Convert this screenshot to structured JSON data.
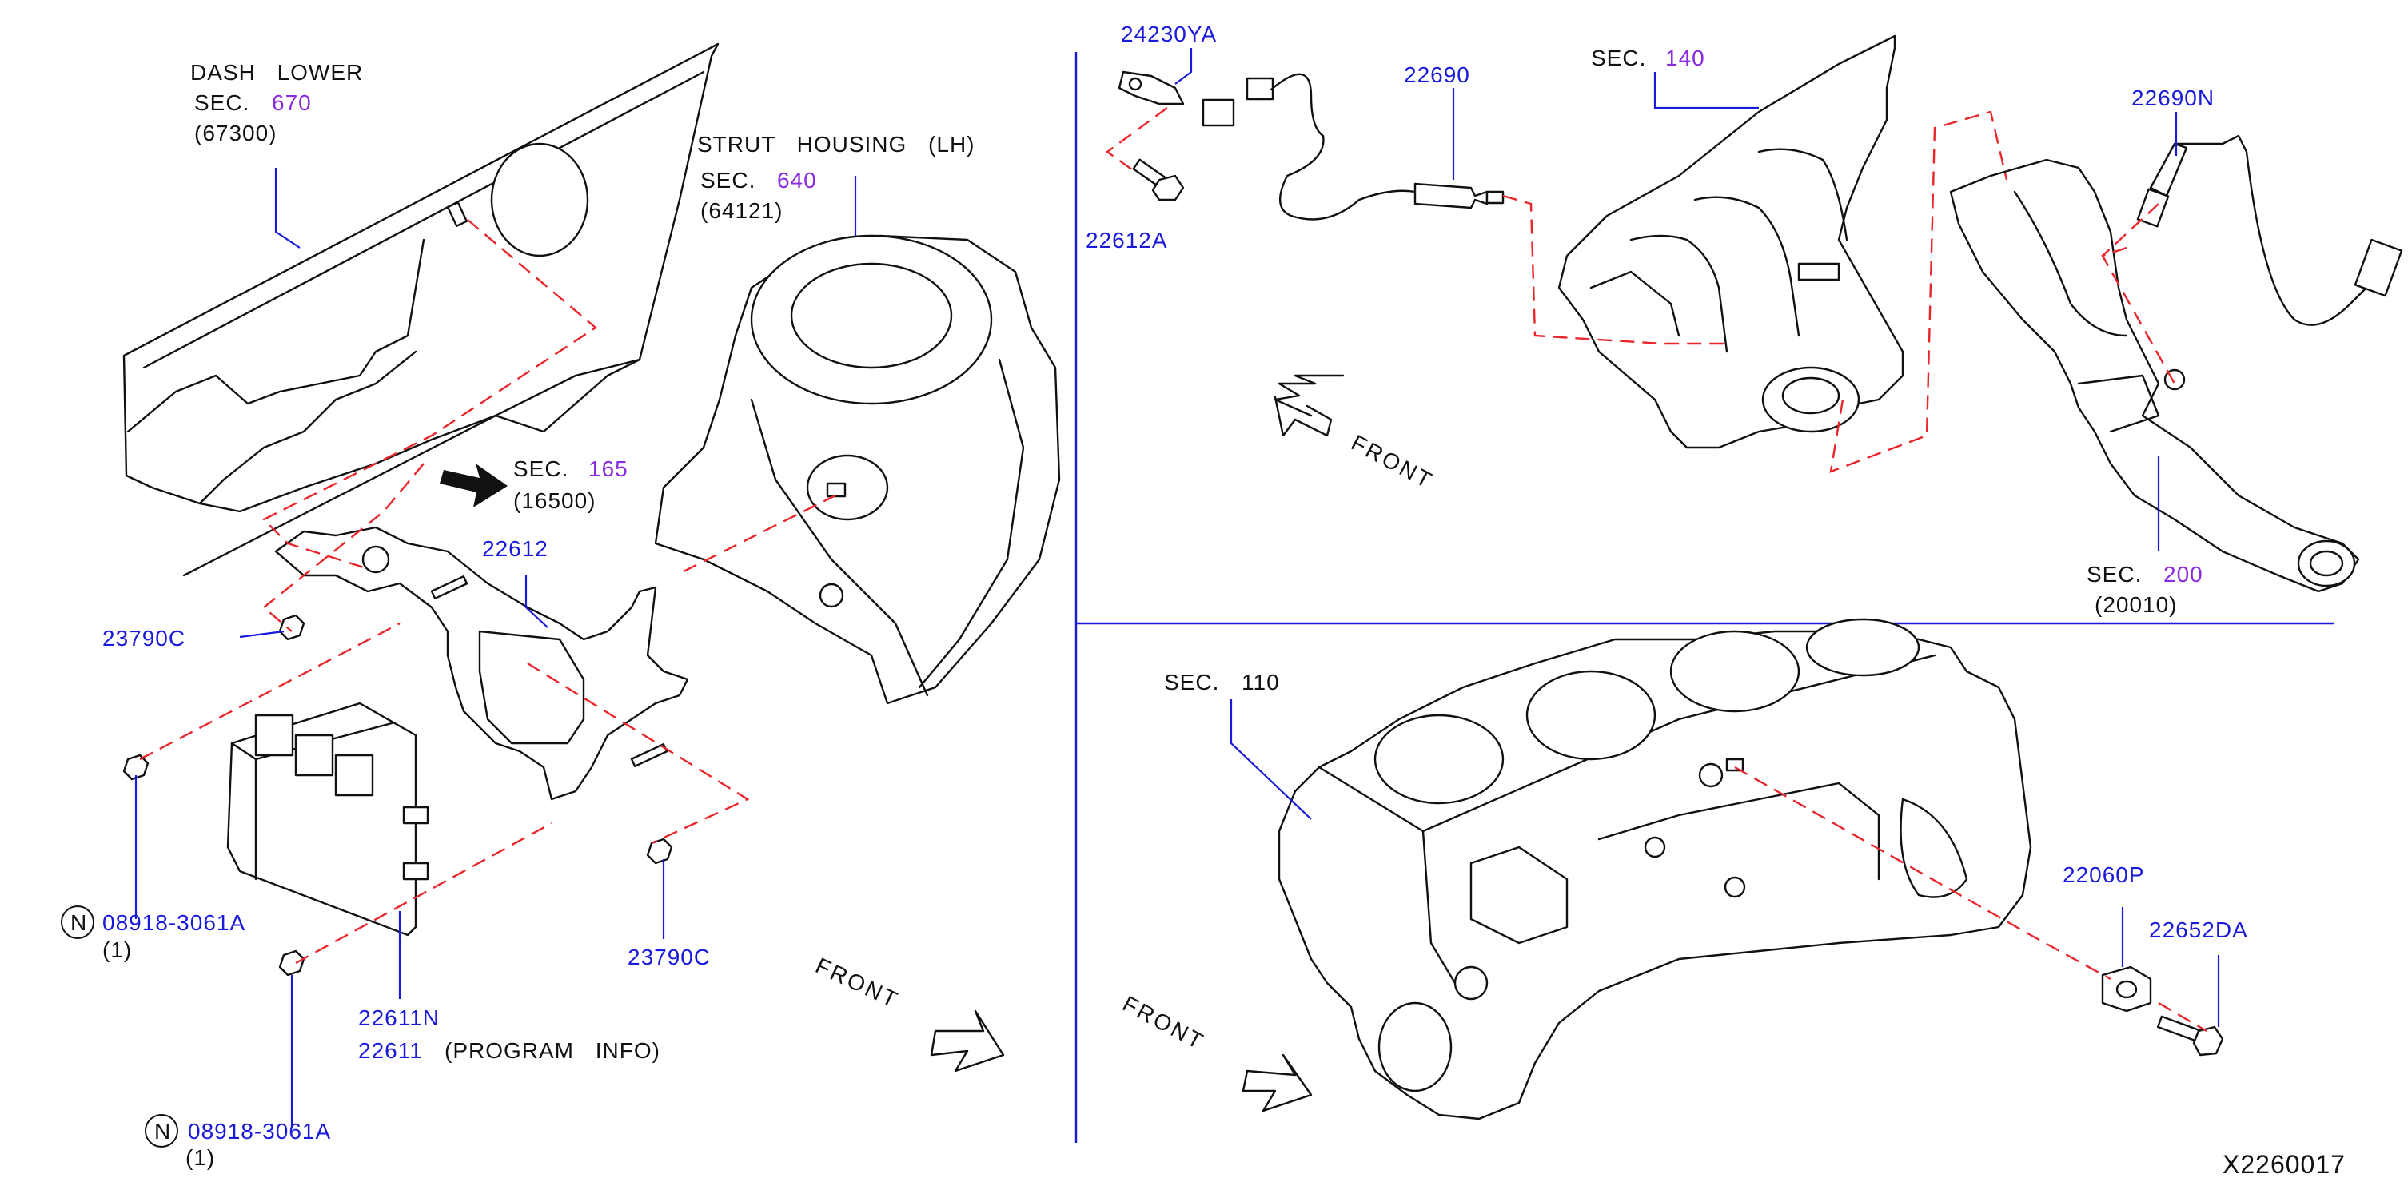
{
  "diagram_id": "X2260017",
  "callouts": {
    "dash_lower": {
      "title": "DASH LOWER",
      "sec_prefix": "SEC.",
      "sec_num": "670",
      "part": "(67300)"
    },
    "strut_housing": {
      "title": "STRUT HOUSING (LH)",
      "sec_prefix": "SEC.",
      "sec_num": "640",
      "part": "(64121)"
    },
    "sec165": {
      "sec_prefix": "SEC.",
      "sec_num": "165",
      "part": "(16500)"
    },
    "bracket": {
      "part": "22612"
    },
    "nut_left": {
      "part": "23790C"
    },
    "nut_right": {
      "part": "23790C"
    },
    "bolt_a": {
      "prefix": "N",
      "part": "08918-3061A",
      "qty": "(1)"
    },
    "bolt_b": {
      "prefix": "N",
      "part": "08918-3061A",
      "qty": "(1)"
    },
    "ecm": {
      "part_n": "22611N",
      "part": "22611",
      "note": "(PROGRAM INFO)"
    },
    "clip": {
      "part": "24230YA"
    },
    "bolt_clip": {
      "part": "22612A"
    },
    "o2_front": {
      "part": "22690"
    },
    "manifold": {
      "sec_prefix": "SEC.",
      "sec_num": "140"
    },
    "o2_rear": {
      "part": "22690N"
    },
    "exhaust": {
      "sec_prefix": "SEC.",
      "sec_num": "200",
      "part": "(20010)"
    },
    "block": {
      "sec_prefix": "SEC.",
      "sec_num": "110"
    },
    "knock": {
      "part": "22060P"
    },
    "knock_bolt": {
      "part": "22652DA"
    }
  },
  "front_labels": [
    "FRONT",
    "FRONT",
    "FRONT"
  ],
  "colors": {
    "part_number": "#1a1adb",
    "section_number": "#8a2be2",
    "text": "#111111",
    "connection": "#e8262b",
    "divider": "#1a1adb"
  }
}
